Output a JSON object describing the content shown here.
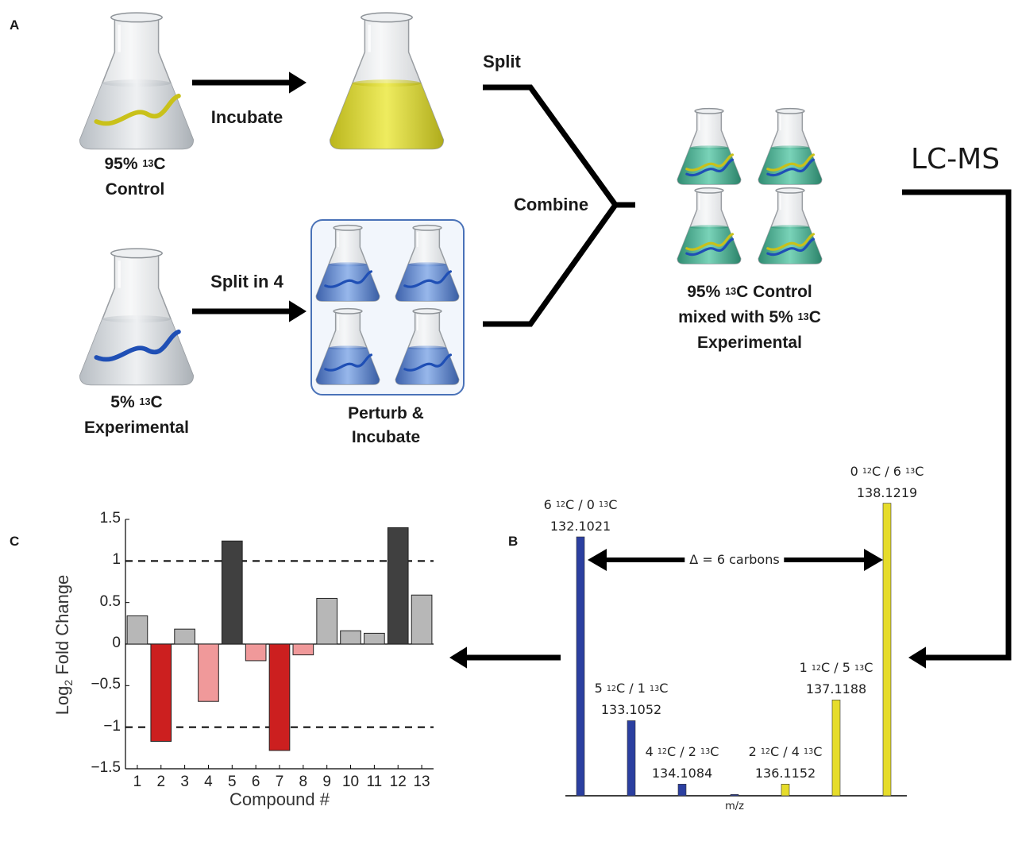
{
  "panels": {
    "a": "A",
    "b": "B",
    "c": "C"
  },
  "panel_a": {
    "control_pct": "95%",
    "control_iso": "13",
    "control_el": "C",
    "control_word": "Control",
    "exp_pct": "5%",
    "exp_iso": "13",
    "exp_el": "C",
    "exp_word": "Experimental",
    "incubate": "Incubate",
    "split_in_4": "Split in 4",
    "split": "Split",
    "combine": "Combine",
    "perturb_1": "Perturb &",
    "perturb_2": "Incubate",
    "mixed_l1a": "95% ",
    "mixed_l1b": "13",
    "mixed_l1c": "C Control",
    "mixed_l2a": "mixed with 5% ",
    "mixed_l2b": "13",
    "mixed_l2c": "C",
    "mixed_l3": "Experimental",
    "lcms": "LC-MS"
  },
  "colors": {
    "arrow": "#000000",
    "yellow_liquid": "#d9d51c",
    "blue_liquid": "#4a78c8",
    "green_liquid": "#3aa789",
    "worm_yellow": "#c9c11a",
    "worm_blue": "#1f4fb5",
    "box_border": "#4a72b8",
    "bar_red": "#cc1f1f",
    "bar_pink": "#f0999a",
    "bar_dark": "#404040",
    "bar_gray": "#b7b7b7",
    "ms_blue": "#2b3fa0",
    "ms_yellow": "#e6dc2a"
  },
  "spectrum": {
    "xlabel": "m/z",
    "delta_label": "Δ = 6 carbons",
    "peaks": [
      {
        "iso_a": "6",
        "sup_a": "12",
        "iso_b": "0",
        "sup_b": "13",
        "mz": "132.1021",
        "height": 1.0,
        "series": "blue"
      },
      {
        "iso_a": "5",
        "sup_a": "12",
        "iso_b": "1",
        "sup_b": "13",
        "mz": "133.1052",
        "height": 0.29,
        "series": "blue"
      },
      {
        "iso_a": "4",
        "sup_a": "12",
        "iso_b": "2",
        "sup_b": "13",
        "mz": "134.1084",
        "height": 0.045,
        "series": "blue"
      },
      {
        "iso_a": "",
        "sup_a": "",
        "iso_b": "",
        "sup_b": "",
        "mz": "",
        "height": 0.005,
        "series": "blue"
      },
      {
        "iso_a": "2",
        "sup_a": "12",
        "iso_b": "4",
        "sup_b": "13",
        "mz": "136.1152",
        "height": 0.045,
        "series": "yellow"
      },
      {
        "iso_a": "1",
        "sup_a": "12",
        "iso_b": "5",
        "sup_b": "13",
        "mz": "137.1188",
        "height": 0.37,
        "series": "yellow"
      },
      {
        "iso_a": "0",
        "sup_a": "12",
        "iso_b": "6",
        "sup_b": "13",
        "mz": "138.1219",
        "height": 1.13,
        "series": "yellow"
      }
    ]
  },
  "chart_data": {
    "type": "bar",
    "title": "",
    "xlabel": "Compound #",
    "ylabel_main": "Log",
    "ylabel_sub": "2",
    "ylabel_rest": " Fold Change",
    "categories": [
      "1",
      "2",
      "3",
      "4",
      "5",
      "6",
      "7",
      "8",
      "9",
      "10",
      "11",
      "12",
      "13"
    ],
    "values": [
      0.34,
      -1.17,
      0.18,
      -0.69,
      1.24,
      -0.2,
      -1.28,
      -0.13,
      0.55,
      0.16,
      0.13,
      1.4,
      0.59
    ],
    "bar_classes": [
      "gray",
      "red",
      "gray",
      "pink",
      "dark",
      "pink",
      "red",
      "pink",
      "gray",
      "gray",
      "gray",
      "dark",
      "gray"
    ],
    "ylim": [
      -1.5,
      1.5
    ],
    "yticks": [
      "-1.5",
      "-1",
      "-0.5",
      "0",
      "0.5",
      "1",
      "1.5"
    ],
    "thresholds": [
      1,
      -1
    ]
  }
}
